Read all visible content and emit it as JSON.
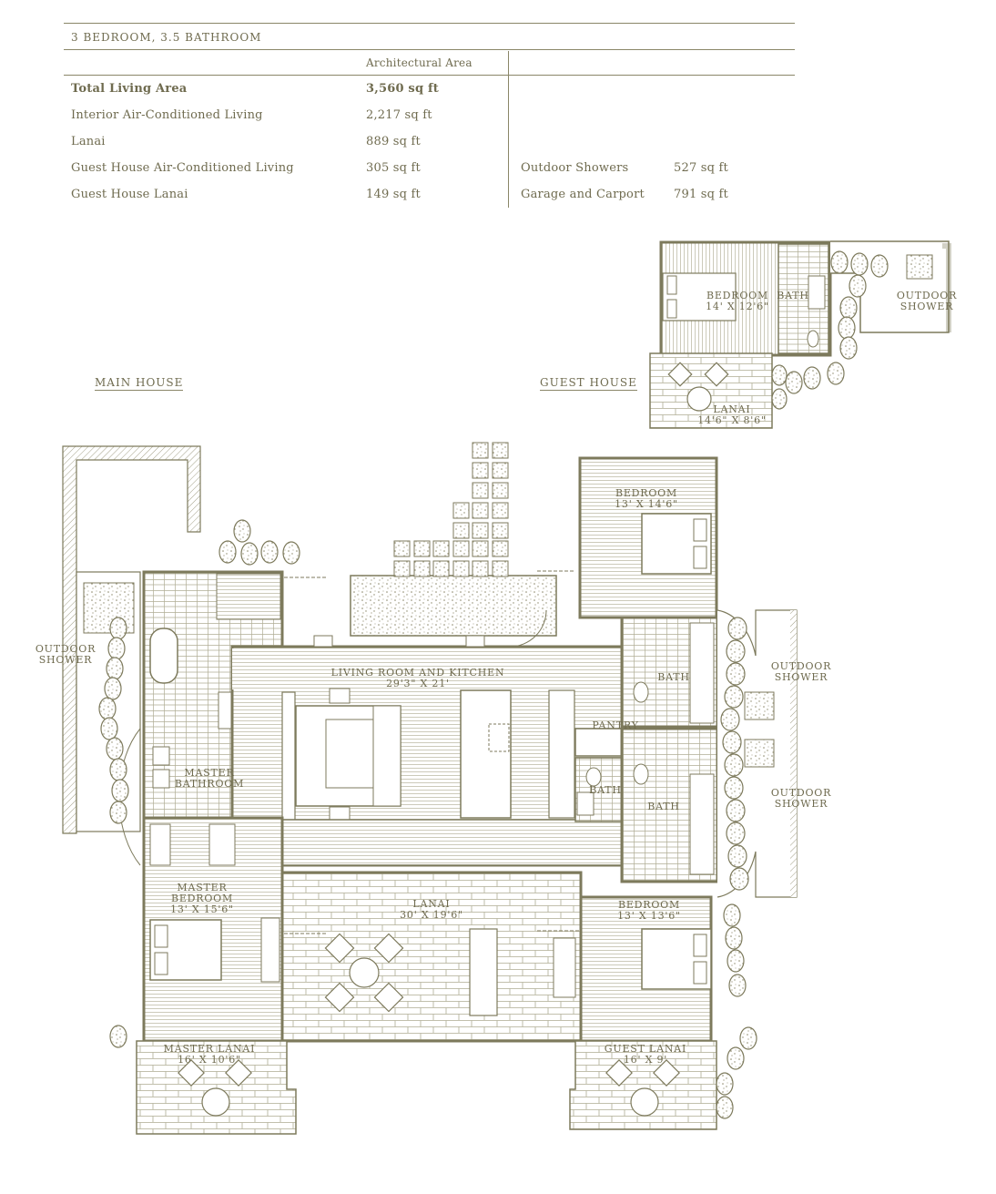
{
  "header": {
    "title": "3 BEDROOM, 3.5 BATHROOM",
    "area_column": "Architectural Area"
  },
  "areas": {
    "left": [
      {
        "label": "Total Living Area",
        "value": "3,560 sq ft"
      },
      {
        "label": "Interior Air-Conditioned Living",
        "value": "2,217 sq ft"
      },
      {
        "label": "Lanai",
        "value": "889 sq ft"
      },
      {
        "label": "Guest House Air-Conditioned Living",
        "value": "305 sq ft"
      },
      {
        "label": "Guest House Lanai",
        "value": "149 sq ft"
      }
    ],
    "right": [
      {
        "label": "Outdoor Showers",
        "value": "527 sq ft"
      },
      {
        "label": "Garage and Carport",
        "value": "791 sq ft"
      }
    ]
  },
  "sections": {
    "main_house": "MAIN HOUSE",
    "guest_house": "GUEST HOUSE"
  },
  "guest_house": {
    "bedroom": {
      "name": "BEDROOM",
      "dims": "14' X 12'6\""
    },
    "bath": "BATH",
    "outdoor_shower": [
      "OUTDOOR",
      "SHOWER"
    ],
    "lanai": {
      "name": "LANAI",
      "dims": "14'6\" X 8'6\""
    }
  },
  "main_house": {
    "outdoor_shower_left": [
      "OUTDOOR",
      "SHOWER"
    ],
    "outdoor_shower_right_top": [
      "OUTDOOR",
      "SHOWER"
    ],
    "outdoor_shower_right_bottom": [
      "OUTDOOR",
      "SHOWER"
    ],
    "living": {
      "name": "LIVING ROOM AND KITCHEN",
      "dims": "29'3\" X 21'"
    },
    "pantry": "PANTRY",
    "bath_hall": "BATH",
    "bath_top": "BATH",
    "bath_bottom": "BATH",
    "master_bathroom": [
      "MASTER",
      "BATHROOM"
    ],
    "master_bedroom": {
      "name": [
        "MASTER",
        "BEDROOM"
      ],
      "dims": "13' X 15'6\""
    },
    "bedroom_top": {
      "name": "BEDROOM",
      "dims": "13' X 14'6\""
    },
    "bedroom_bottom": {
      "name": "BEDROOM",
      "dims": "13' X 13'6\""
    },
    "lanai": {
      "name": "LANAI",
      "dims": "30' X 19'6\""
    },
    "master_lanai": {
      "name": "MASTER LANAI",
      "dims": "16' X 10'6\""
    },
    "guest_lanai": {
      "name": "GUEST LANAI",
      "dims": "16' X 9'"
    }
  },
  "colors": {
    "line": "#7d7a5c",
    "ink": "#6f6b4f",
    "fill_light": "#f4f3ec"
  }
}
